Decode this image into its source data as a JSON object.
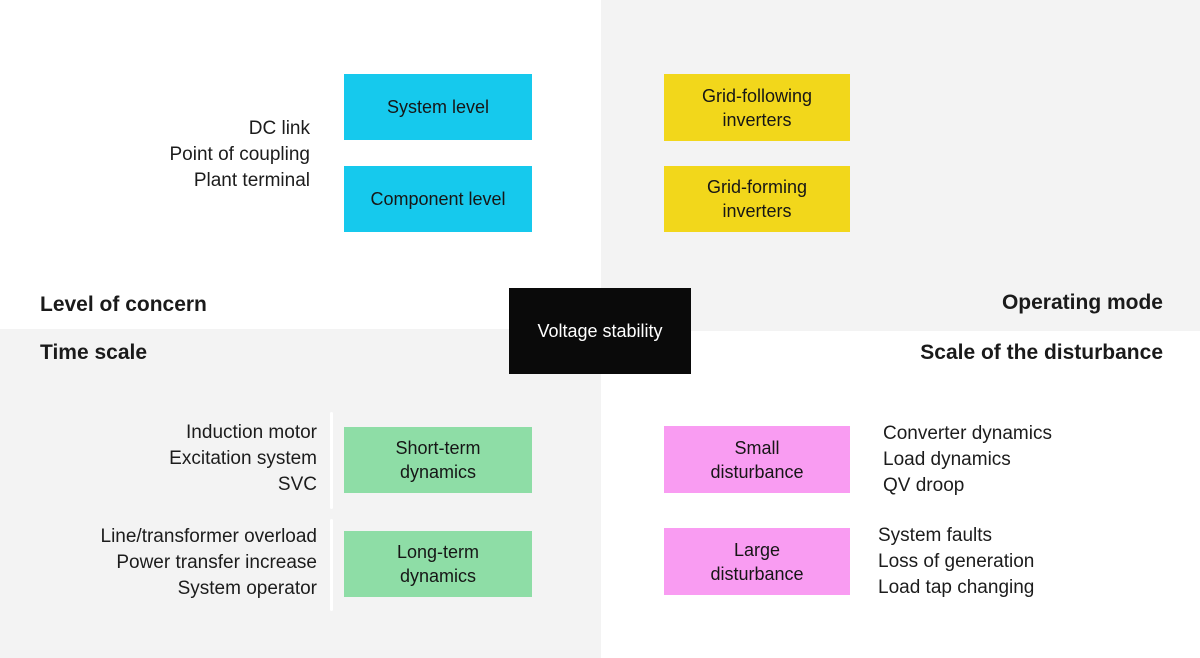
{
  "center": {
    "label": "Voltage stability"
  },
  "colors": {
    "cyan": "#16c9ed",
    "yellow": "#f2d71b",
    "green": "#8edda6",
    "pink": "#f99cf2",
    "panel_gray": "#f3f3f3",
    "center_black": "#0a0a0a"
  },
  "quadrants": {
    "level_of_concern": {
      "title": "Level of concern",
      "items": [
        "DC link",
        "Point of coupling",
        "Plant terminal"
      ],
      "boxes": [
        "System level",
        "Component level"
      ]
    },
    "operating_mode": {
      "title": "Operating mode",
      "boxes": [
        "Grid-following\ninverters",
        "Grid-forming\ninverters"
      ]
    },
    "time_scale": {
      "title": "Time scale",
      "groups": [
        {
          "box": "Short-term\ndynamics",
          "items": [
            "Induction motor",
            "Excitation system",
            "SVC"
          ]
        },
        {
          "box": "Long-term\ndynamics",
          "items": [
            "Line/transformer overload",
            "Power transfer increase",
            "System operator"
          ]
        }
      ]
    },
    "scale_of_the_disturbance": {
      "title": "Scale of the disturbance",
      "groups": [
        {
          "box": "Small\ndisturbance",
          "items": [
            "Converter dynamics",
            "Load dynamics",
            "QV droop"
          ]
        },
        {
          "box": "Large\ndisturbance",
          "items": [
            "System faults",
            "Loss of generation",
            "Load tap changing"
          ]
        }
      ]
    }
  }
}
